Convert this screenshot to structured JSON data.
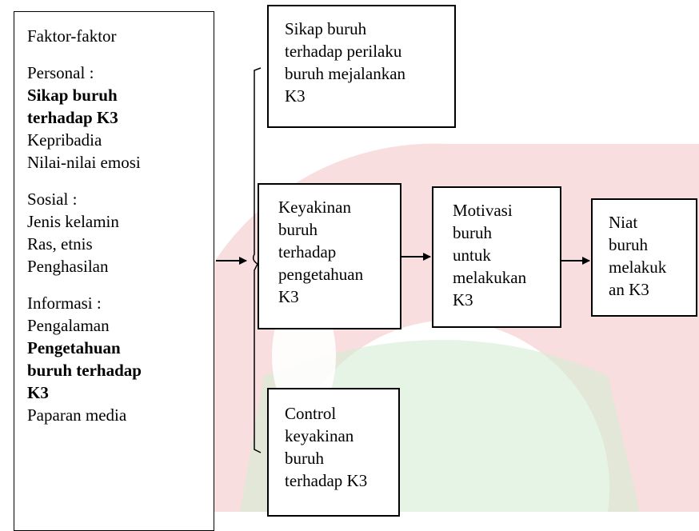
{
  "colors": {
    "watermark_red": "#f3c3c3",
    "watermark_green": "#d3ecd3",
    "watermark_yellow": "#f6eec8",
    "line": "#000000"
  },
  "factors": {
    "title": "Faktor-faktor",
    "personal": {
      "heading": "Personal :",
      "items": [
        "Sikap buruh",
        "terhadap K3",
        "Kepribadia",
        "Nilai-nilai emosi"
      ]
    },
    "social": {
      "heading": "Sosial :",
      "items": [
        "Jenis kelamin",
        "Ras, etnis",
        "Penghasilan"
      ]
    },
    "information": {
      "heading": "Informasi :",
      "items": [
        "Pengalaman",
        "Pengetahuan",
        "buruh terhadap",
        "K3",
        "Paparan media"
      ]
    }
  },
  "attitude": {
    "lines": [
      "Sikap buruh",
      "terhadap perilaku",
      "buruh mejalankan",
      "K3"
    ]
  },
  "belief": {
    "lines": [
      "Keyakinan",
      "buruh",
      "terhadap",
      "pengetahuan",
      "K3"
    ]
  },
  "motivation": {
    "lines": [
      "Motivasi",
      "buruh",
      "untuk",
      "melakukan",
      "K3"
    ]
  },
  "intention": {
    "lines": [
      "Niat",
      "buruh",
      "melakuk",
      "an K3"
    ]
  },
  "control": {
    "lines": [
      "Control",
      "keyakinan",
      "buruh",
      "terhadap K3"
    ]
  }
}
